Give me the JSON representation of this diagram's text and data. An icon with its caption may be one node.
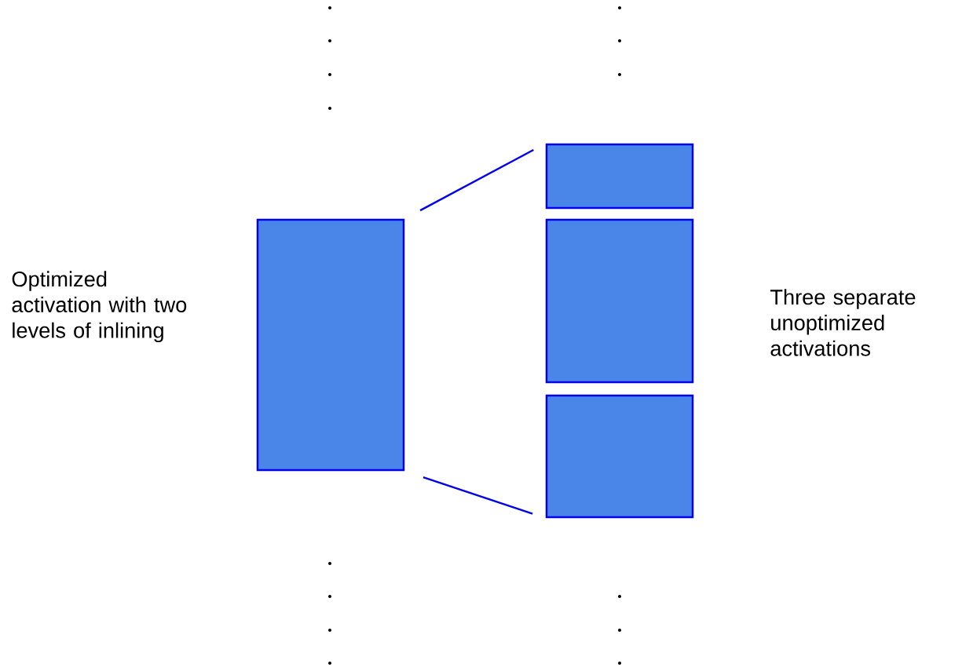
{
  "diagram": {
    "nodes": [
      {
        "text": [],
        "shape": "box"
      },
      {
        "text": [],
        "shape": "box"
      },
      {
        "text": [],
        "shape": "box"
      },
      {
        "text": [],
        "shape": "box"
      }
    ],
    "edges": [
      {
        "from": 0,
        "to": 1,
        "arrow": "none"
      },
      {
        "from": 0,
        "to": 3,
        "arrow": "none"
      }
    ],
    "labels": [
      "Optimized activation with two levels of inlining",
      "Three separate unoptimized activations"
    ]
  }
}
